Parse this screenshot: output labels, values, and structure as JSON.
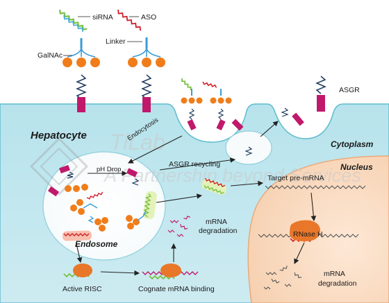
{
  "labels": {
    "sirna": "siRNA",
    "aso": "ASO",
    "linker": "Linker",
    "galnac": "GalNAc",
    "asgr": "ASGR",
    "hepatocyte": "Hepatocyte",
    "endocytosis": "Endocytosis",
    "cytoplasm": "Cytoplasm",
    "nucleus": "Nucleus",
    "ph_drop": "pH Drop",
    "asgr_recycling": "ASGR recycling",
    "target_pre_mrna": "Target pre-mRNA",
    "endosome": "Endosome",
    "mrna_degradation_cyto_1": "mRNA",
    "mrna_degradation_cyto_2": "degradation",
    "rnase_h": "RNase H",
    "mrna_degradation_nuc_1": "mRNA",
    "mrna_degradation_nuc_2": "degradation",
    "active_risc": "Active RISC",
    "cognate_binding": "Cognate mRNA binding"
  },
  "watermark": {
    "brand": "TiLab",
    "tagline": "A Partnership beyond Services"
  },
  "colors": {
    "cell": "#bfe6ee",
    "cell_edge": "#5fbccd",
    "nucleus": "#f8d8bd",
    "nucleus_edge": "#eaa97a",
    "galnac_orange": "#f07d1a",
    "asgr_navy": "#1e3a5f",
    "receptor_magenta": "#c0196b",
    "sirna_green": "#7ac043",
    "aso_red": "#d0202a",
    "linker_blue": "#3a9bd6",
    "rnase": "#e8772a"
  }
}
